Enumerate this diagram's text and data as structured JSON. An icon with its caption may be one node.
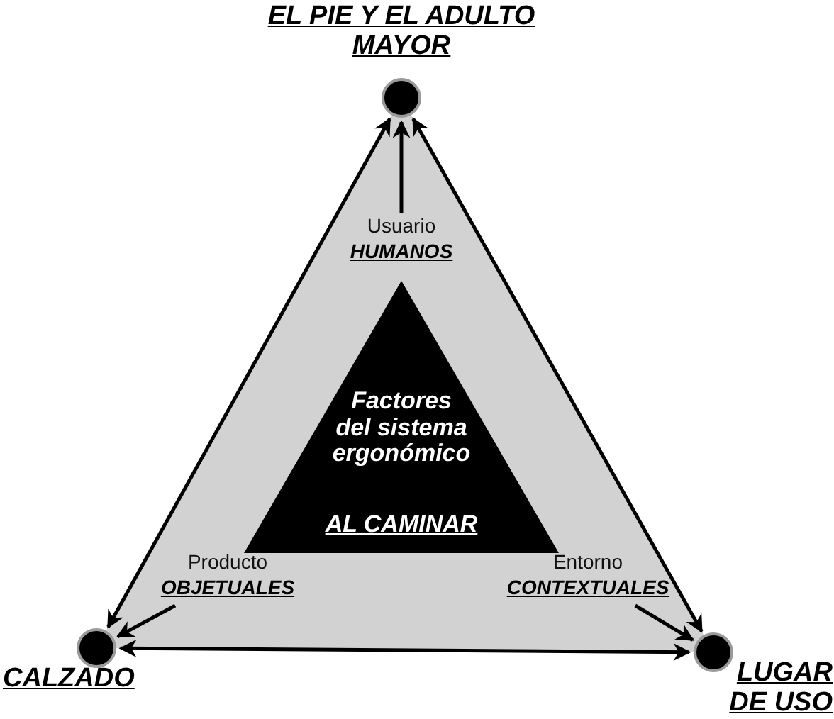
{
  "diagram": {
    "nodes": [
      {
        "text": [
          "EL PIE Y EL ADULTO MAYOR"
        ]
      },
      {
        "text": [
          "CALZADO"
        ]
      },
      {
        "text": [
          "LUGAR DE USO"
        ]
      },
      {
        "text": [
          "Usuario",
          "HUMANOS"
        ]
      },
      {
        "text": [
          "Producto",
          "OBJETUALES"
        ]
      },
      {
        "text": [
          "Entorno",
          "CONTEXTUALES"
        ]
      },
      {
        "text": [
          "Factores del sistema ergonómico",
          "AL CAMINAR"
        ]
      }
    ],
    "edges": [
      {
        "from": 1,
        "to": 0,
        "arrow": "both"
      },
      {
        "from": 0,
        "to": 2,
        "arrow": "both"
      },
      {
        "from": 1,
        "to": 2,
        "arrow": "both"
      },
      {
        "from": 3,
        "to": 0,
        "arrow": "to"
      },
      {
        "from": 4,
        "to": 1,
        "arrow": "to"
      },
      {
        "from": 5,
        "to": 2,
        "arrow": "to"
      }
    ]
  }
}
